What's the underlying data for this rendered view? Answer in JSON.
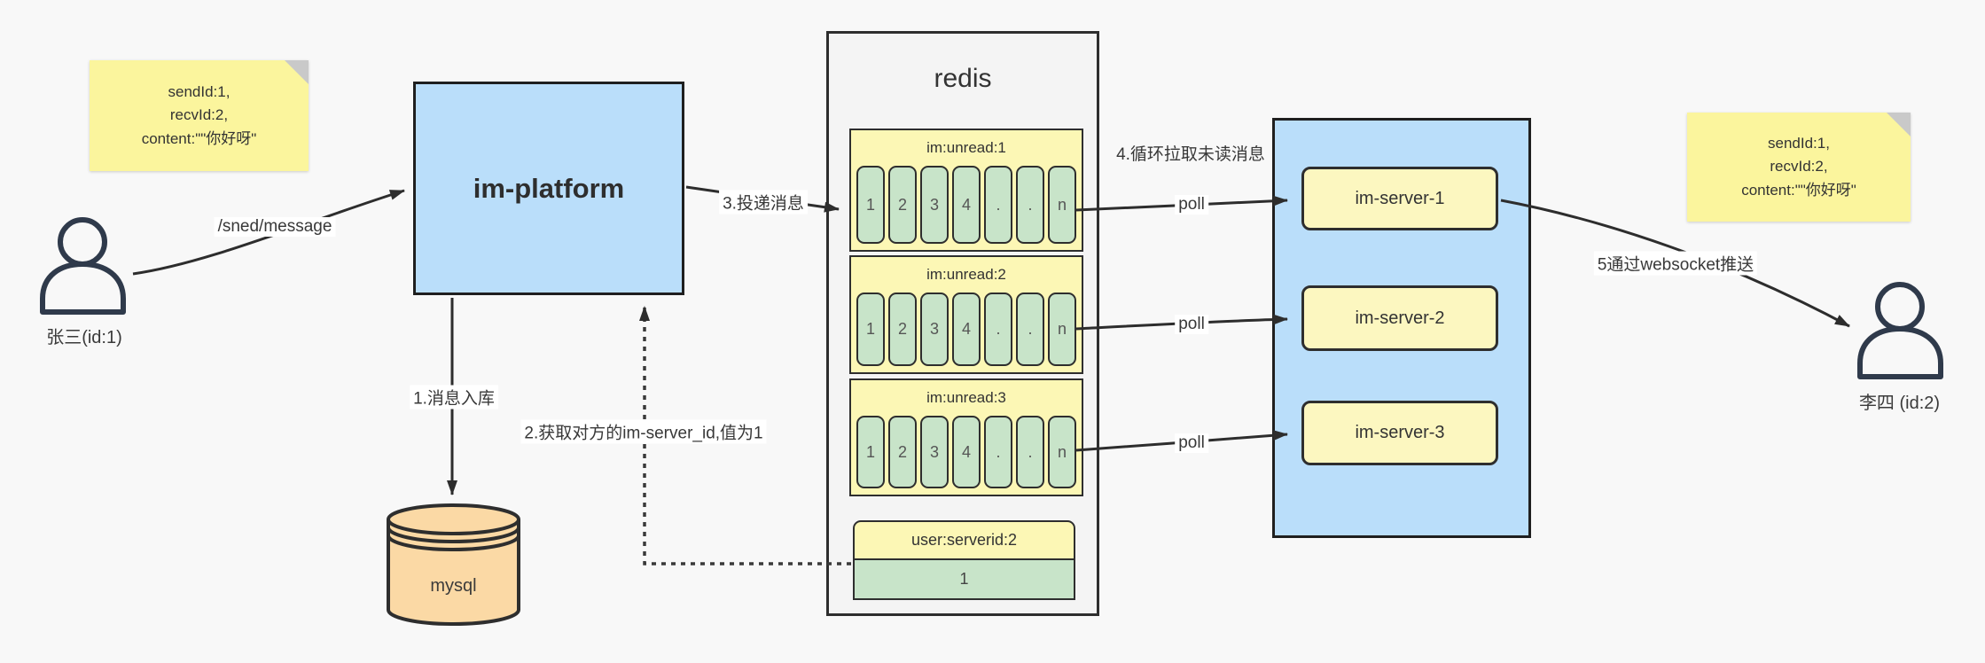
{
  "diagram": {
    "actors": {
      "sender": {
        "label": "张三(id:1)"
      },
      "receiver": {
        "label": "李四 (id:2)"
      }
    },
    "notes": {
      "left": {
        "lines": [
          "sendId:1,",
          "recvId:2,",
          "content:\"\"你好呀\""
        ]
      },
      "right": {
        "lines": [
          "sendId:1,",
          "recvId:2,",
          "content:\"\"你好呀\""
        ]
      }
    },
    "platform": {
      "label": "im-platform"
    },
    "database": {
      "label": "mysql"
    },
    "redis": {
      "title": "redis",
      "queues": [
        {
          "title": "im:unread:1",
          "cells": [
            "1",
            "2",
            "3",
            "4",
            ".",
            ".",
            "n"
          ]
        },
        {
          "title": "im:unread:2",
          "cells": [
            "1",
            "2",
            "3",
            "4",
            ".",
            ".",
            "n"
          ]
        },
        {
          "title": "im:unread:3",
          "cells": [
            "1",
            "2",
            "3",
            "4",
            ".",
            ".",
            "n"
          ]
        }
      ],
      "kv": {
        "key": "user:serverid:2",
        "value": "1"
      }
    },
    "servers": {
      "items": [
        {
          "label": "im-server-1"
        },
        {
          "label": "im-server-2"
        },
        {
          "label": "im-server-3"
        }
      ]
    },
    "edges": {
      "send": "/sned/message",
      "step1": "1.消息入库",
      "step2": "2.获取对方的im-server_id,值为1",
      "step3": "3.投递消息",
      "step4": "4.循环拉取未读消息",
      "poll": "poll",
      "step5": "5通过websocket推送"
    },
    "colors": {
      "background": "#f8f8f8",
      "note_yellow": "#fbf59d",
      "box_blue": "#badefa",
      "queue_yellow": "#fcf7b5",
      "cell_green": "#c8e4c9",
      "server_yellow": "#fcf7c0",
      "mysql_orange": "#fbd9a5",
      "redis_gray": "#f4f4f4",
      "line_dark": "#2d2d2d"
    }
  }
}
